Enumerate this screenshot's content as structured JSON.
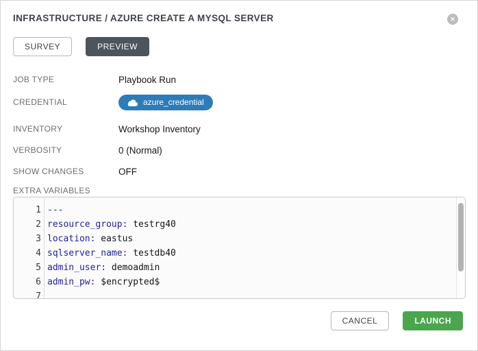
{
  "modal": {
    "title": "INFRASTRUCTURE / AZURE CREATE A MYSQL SERVER",
    "close_glyph": "✕"
  },
  "tabs": [
    {
      "label": "SURVEY",
      "active": false
    },
    {
      "label": "PREVIEW",
      "active": true
    }
  ],
  "details": {
    "job_type": {
      "label": "JOB TYPE",
      "value": "Playbook Run"
    },
    "credential": {
      "label": "CREDENTIAL",
      "value": "azure_credential",
      "icon": "cloud-icon"
    },
    "inventory": {
      "label": "INVENTORY",
      "value": "Workshop Inventory"
    },
    "verbosity": {
      "label": "VERBOSITY",
      "value": "0 (Normal)"
    },
    "show_changes": {
      "label": "SHOW CHANGES",
      "value": "OFF"
    }
  },
  "extra_variables": {
    "label": "EXTRA VARIABLES",
    "lines": [
      {
        "num": "1",
        "key": "---",
        "value": ""
      },
      {
        "num": "2",
        "key": "resource_group:",
        "value": " testrg40"
      },
      {
        "num": "3",
        "key": "location:",
        "value": " eastus"
      },
      {
        "num": "4",
        "key": "sqlserver_name:",
        "value": " testdb40"
      },
      {
        "num": "5",
        "key": "admin_user:",
        "value": " demoadmin"
      },
      {
        "num": "6",
        "key": "admin_pw:",
        "value": " $encrypted$"
      },
      {
        "num": "7",
        "key": "",
        "value": ""
      }
    ]
  },
  "footer": {
    "cancel_label": "CANCEL",
    "launch_label": "LAUNCH"
  },
  "colors": {
    "credential_badge_blue": "#2d7cb8",
    "active_tab_slate": "#4e545b",
    "launch_green": "#49a64d",
    "yaml_key_navy": "#1f1f9e",
    "label_gray": "#6a6d70"
  }
}
